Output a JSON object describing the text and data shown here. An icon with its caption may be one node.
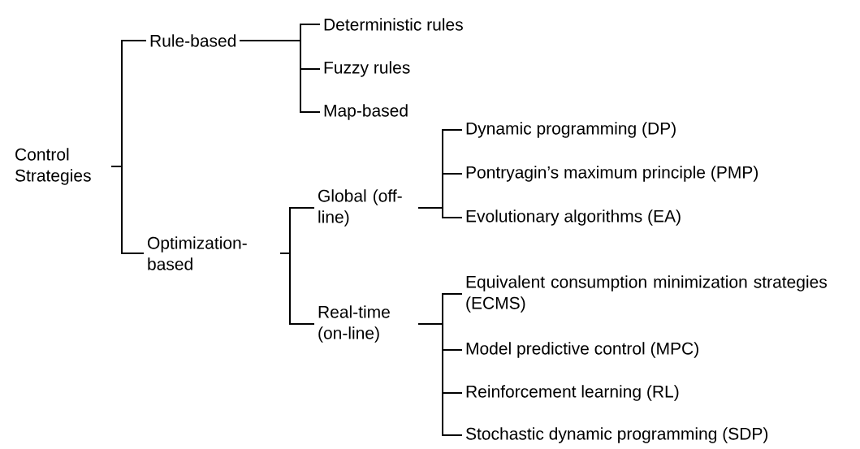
{
  "diagram": {
    "nodes": [
      {
        "text": [
          "Control Strategies"
        ]
      },
      {
        "text": [
          "Rule-based"
        ]
      },
      {
        "text": [
          "Deterministic rules"
        ]
      },
      {
        "text": [
          "Fuzzy rules"
        ]
      },
      {
        "text": [
          "Map-based"
        ]
      },
      {
        "text": [
          "Optimization-based"
        ]
      },
      {
        "text": [
          "Global (off-line)"
        ]
      },
      {
        "text": [
          "Dynamic programming (DP)"
        ]
      },
      {
        "text": [
          "Pontryagin’s maximum principle (PMP)"
        ]
      },
      {
        "text": [
          "Evolutionary algorithms (EA)"
        ]
      },
      {
        "text": [
          "Real-time (on-line)"
        ]
      },
      {
        "text": [
          "Equivalent consumption minimization strategies (ECMS)"
        ]
      },
      {
        "text": [
          "Model predictive control (MPC)"
        ]
      },
      {
        "text": [
          "Reinforcement learning (RL)"
        ]
      },
      {
        "text": [
          "Stochastic dynamic programming (SDP)"
        ]
      }
    ],
    "edges": [
      {
        "from": 0,
        "to": 1,
        "arrow": "none"
      },
      {
        "from": 0,
        "to": 5,
        "arrow": "none"
      },
      {
        "from": 1,
        "to": 2,
        "arrow": "none"
      },
      {
        "from": 1,
        "to": 3,
        "arrow": "none"
      },
      {
        "from": 1,
        "to": 4,
        "arrow": "none"
      },
      {
        "from": 5,
        "to": 6,
        "arrow": "none"
      },
      {
        "from": 5,
        "to": 10,
        "arrow": "none"
      },
      {
        "from": 6,
        "to": 7,
        "arrow": "none"
      },
      {
        "from": 6,
        "to": 8,
        "arrow": "none"
      },
      {
        "from": 6,
        "to": 9,
        "arrow": "none"
      },
      {
        "from": 10,
        "to": 11,
        "arrow": "none"
      },
      {
        "from": 10,
        "to": 12,
        "arrow": "none"
      },
      {
        "from": 10,
        "to": 13,
        "arrow": "none"
      },
      {
        "from": 10,
        "to": 14,
        "arrow": "none"
      }
    ]
  }
}
